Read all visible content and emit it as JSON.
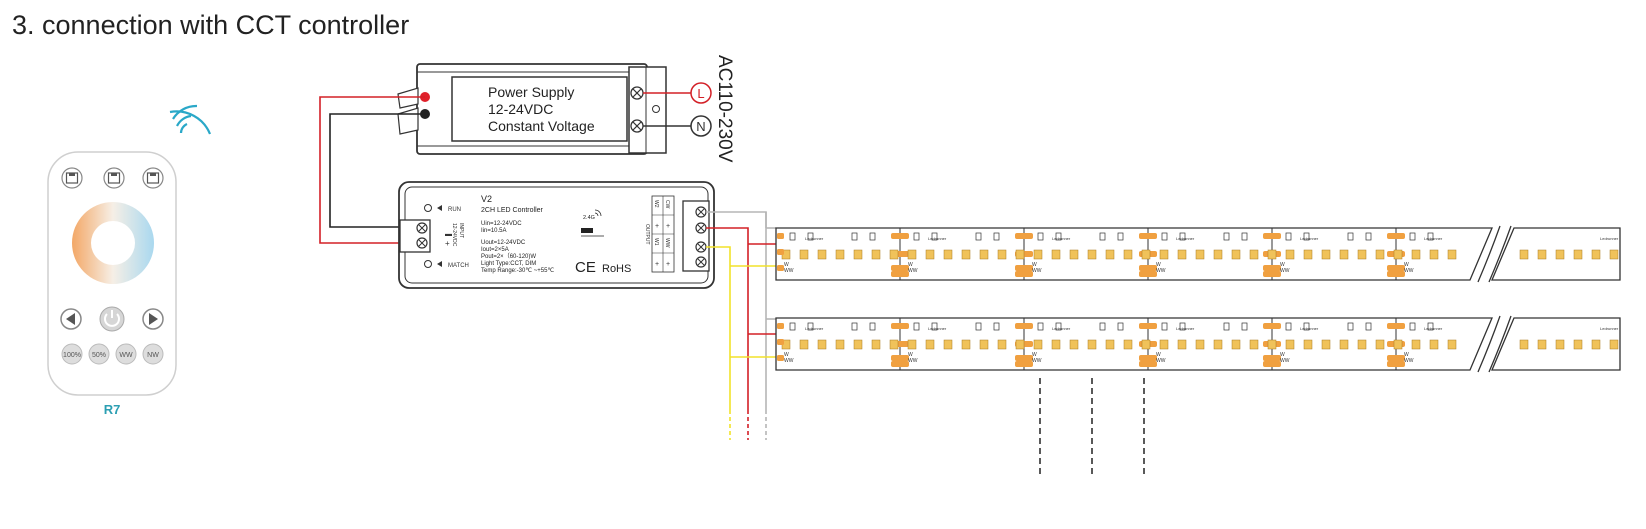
{
  "page": {
    "title": "3. connection with CCT controller"
  },
  "remote": {
    "model": "R7",
    "buttons": [
      "100%",
      "50%",
      "WW",
      "NW"
    ]
  },
  "power_supply": {
    "line1": "Power Supply",
    "line2": "12-24VDC",
    "line3": "Constant Voltage",
    "ac_label": "AC110-230V",
    "terminal_l": "L",
    "terminal_n": "N"
  },
  "controller": {
    "model": "V2",
    "name": "2CH LED Controller",
    "uin": "Uin=12-24VDC",
    "iin": "Iin=10.5A",
    "uout": "Uout=12-24VDC",
    "iout": "Iout=2×5A",
    "pout": "Pout=2×（60-120)W",
    "light_type": "Light Type:CCT, DIM",
    "temp_range": "Temp Range:-30℃ ~+55℃",
    "run": "RUN",
    "match": "MATCH",
    "input": "INPUT",
    "input_voltage": "12-24VDC",
    "output": "OUTPUT",
    "freq": "2.4G",
    "cert_ce": "CE",
    "cert_rohs": "RoHS",
    "out_w2": "W2",
    "out_cw": "CW",
    "out_w1": "W1",
    "out_ww": "WW"
  },
  "strip": {
    "label_w": "W",
    "label_ww": "WW",
    "brand": "Ledrunner"
  },
  "colors": {
    "red_wire": "#d32027",
    "black_wire": "#222222",
    "yellow_wire": "#f2e22a",
    "gray_wire": "#b5b5b5",
    "led_warm": "#f0c25a",
    "pad_orange": "#f0a040",
    "remote_accent": "#2c9fb3",
    "wifi": "#2aa8c8"
  }
}
